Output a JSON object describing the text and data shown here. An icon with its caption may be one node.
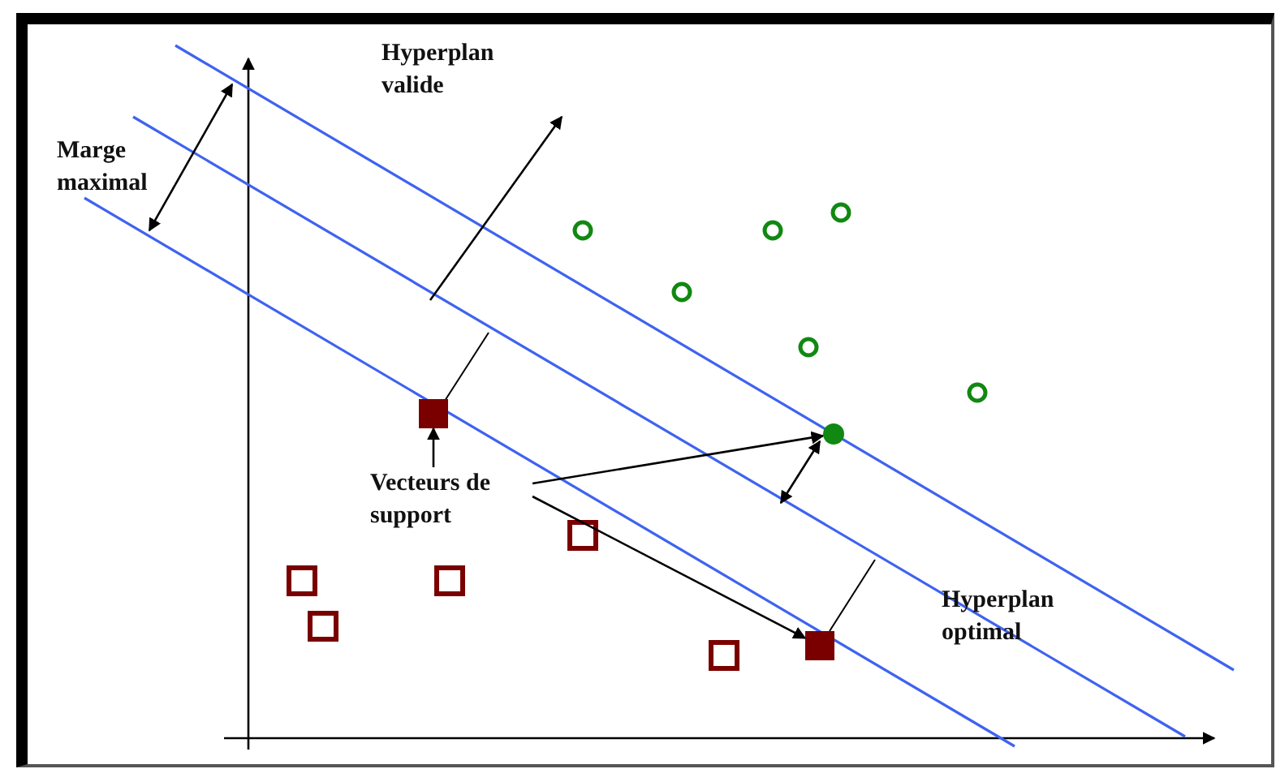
{
  "diagram": {
    "nodes": [
      {
        "text": [
          "Vecteurs de support"
        ]
      },
      {
        "text": [],
        "shape": "box"
      },
      {
        "text": [],
        "shape": "circle"
      },
      {
        "text": [],
        "shape": "box"
      }
    ],
    "edges": [
      {
        "from": 0,
        "to": 1,
        "arrow": "to"
      },
      {
        "from": 0,
        "to": 2,
        "arrow": "to"
      },
      {
        "from": 0,
        "to": 3,
        "arrow": "to"
      }
    ],
    "labels": [
      "Hyperplan valide",
      "Marge maximal",
      "Hyperplan optimal"
    ]
  }
}
